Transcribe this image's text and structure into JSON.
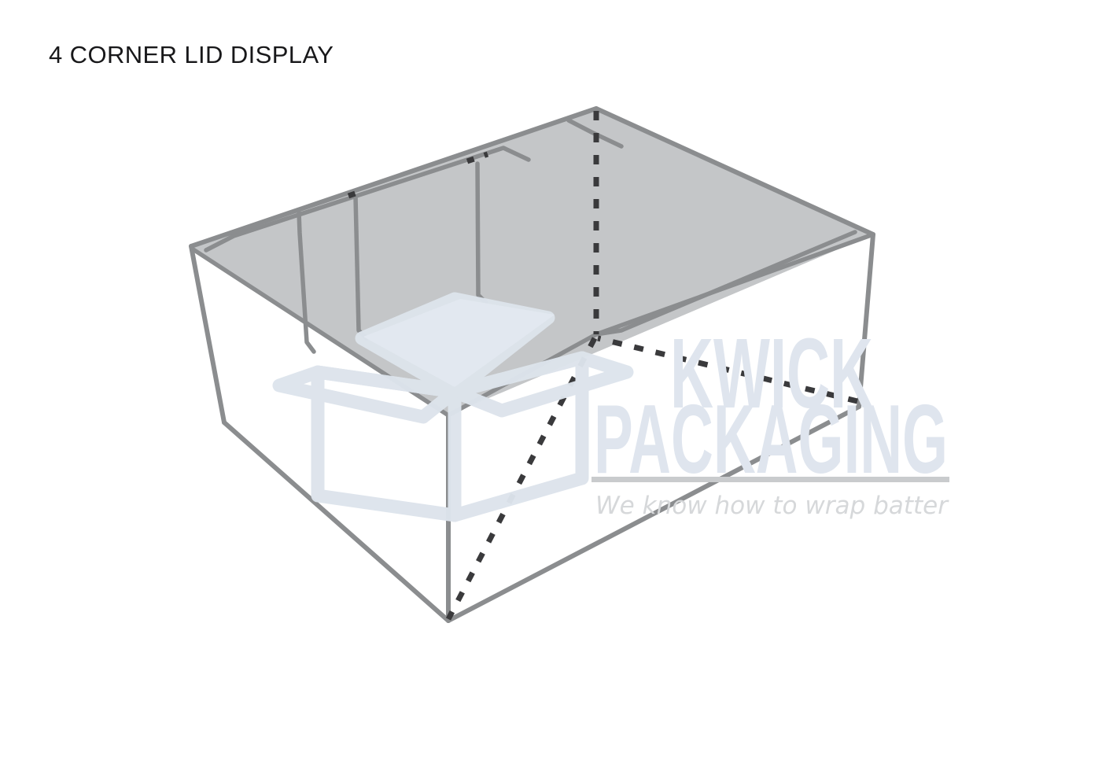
{
  "page": {
    "title": "4 CORNER LID DISPLAY",
    "background_color": "#ffffff"
  },
  "diagram": {
    "name": "4-corner-lid-display-box",
    "description": "3D line illustration of an open four corner lid display carton viewed from above-front",
    "line_color": "#8b8d8f",
    "panel_fill": "#c4c6c8",
    "dashed_line_color": "#3a3a3c",
    "outer_face_fill": "#ffffff"
  },
  "watermark": {
    "brand_line1": "KWICK",
    "brand_line2": "PACKAGING",
    "tagline": "We know how to wrap batter",
    "brand_color": "#dfe5ee",
    "tagline_color": "#d6d8da",
    "rule_color": "#c9cbcd",
    "icon_name": "open-box-icon",
    "icon_color": "#dde4ec"
  }
}
